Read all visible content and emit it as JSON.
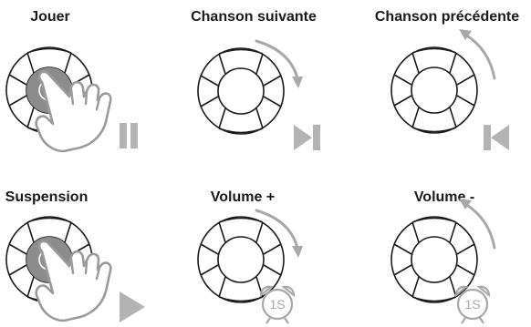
{
  "panels": [
    {
      "id": "play",
      "label": "Jouer",
      "gesture": "press",
      "icon": "pause-icon"
    },
    {
      "id": "next",
      "label": "Chanson suivante",
      "gesture": "rotate-clockwise",
      "icon": "next-track-icon"
    },
    {
      "id": "previous",
      "label": "Chanson précédente",
      "gesture": "rotate-counterclockwise",
      "icon": "previous-track-icon"
    },
    {
      "id": "pause",
      "label": "Suspension",
      "gesture": "press",
      "icon": "play-icon"
    },
    {
      "id": "vol-up",
      "label": "Volume +",
      "gesture": "rotate-clockwise",
      "icon": "alarm-clock-icon",
      "timer": "1S"
    },
    {
      "id": "vol-down",
      "label": "Volume -",
      "gesture": "rotate-counterclockwise",
      "icon": "alarm-clock-icon",
      "timer": "1S"
    }
  ],
  "colors": {
    "line": "#1a1a1a",
    "accent_gray": "#a8a8a8",
    "press_ring": "#8c8c8c",
    "background": "#ffffff"
  }
}
